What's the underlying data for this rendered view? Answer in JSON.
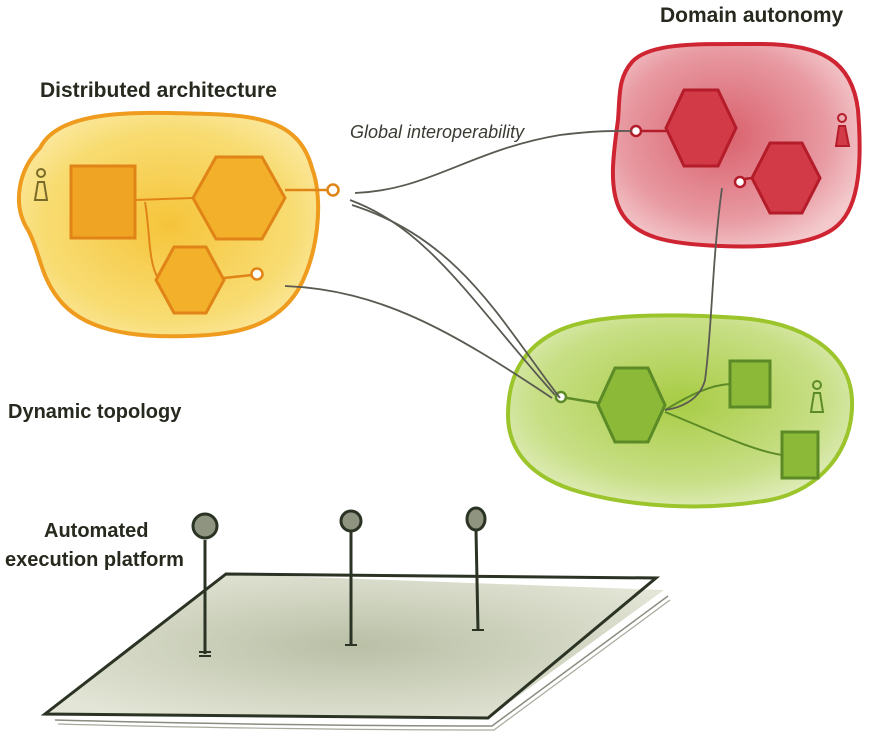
{
  "labels": {
    "distributed_architecture": "Distributed architecture",
    "domain_autonomy": "Domain autonomy",
    "global_interoperability": "Global interoperability",
    "dynamic_topology": "Dynamic topology",
    "automated_platform_line1": "Automated",
    "automated_platform_line2": "execution platform"
  },
  "colors": {
    "orange_domain": "#ee9b1e",
    "orange_fill": "#f7cd4a",
    "red_domain": "#cf2432",
    "red_fill": "#e07a86",
    "green_domain": "#9cc42b",
    "green_fill": "#bcd96a",
    "platform_edge": "#2b3324",
    "platform_fill": "#c9cdb8",
    "connector": "#5a5a52"
  }
}
